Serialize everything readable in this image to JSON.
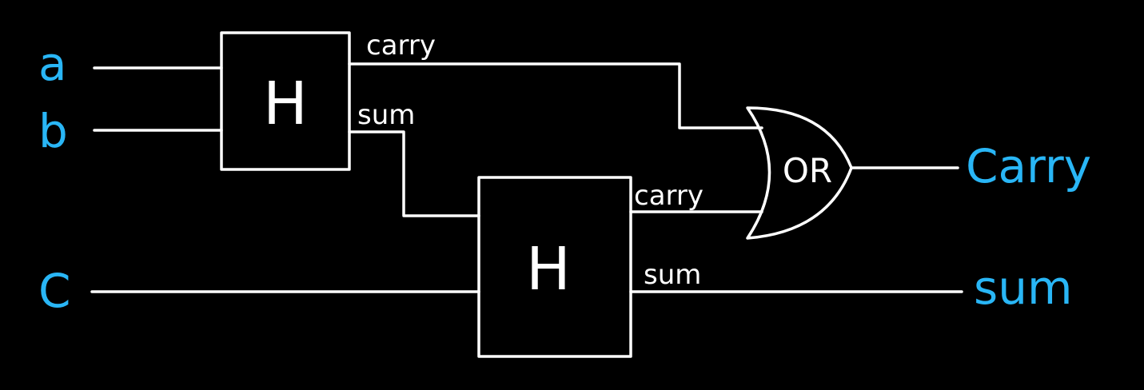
{
  "inputs": {
    "a": "a",
    "b": "b",
    "c": "C"
  },
  "outputs": {
    "carry": "Carry",
    "sum": "sum"
  },
  "half_adder_1": {
    "label": "H",
    "carry_label": "carry",
    "sum_label": "sum"
  },
  "half_adder_2": {
    "label": "H",
    "carry_label": "carry",
    "sum_label": "sum"
  },
  "or_gate": {
    "label": "OR"
  },
  "colors": {
    "background": "#000000",
    "wire": "#ffffff",
    "io_text": "#29b6f6"
  }
}
